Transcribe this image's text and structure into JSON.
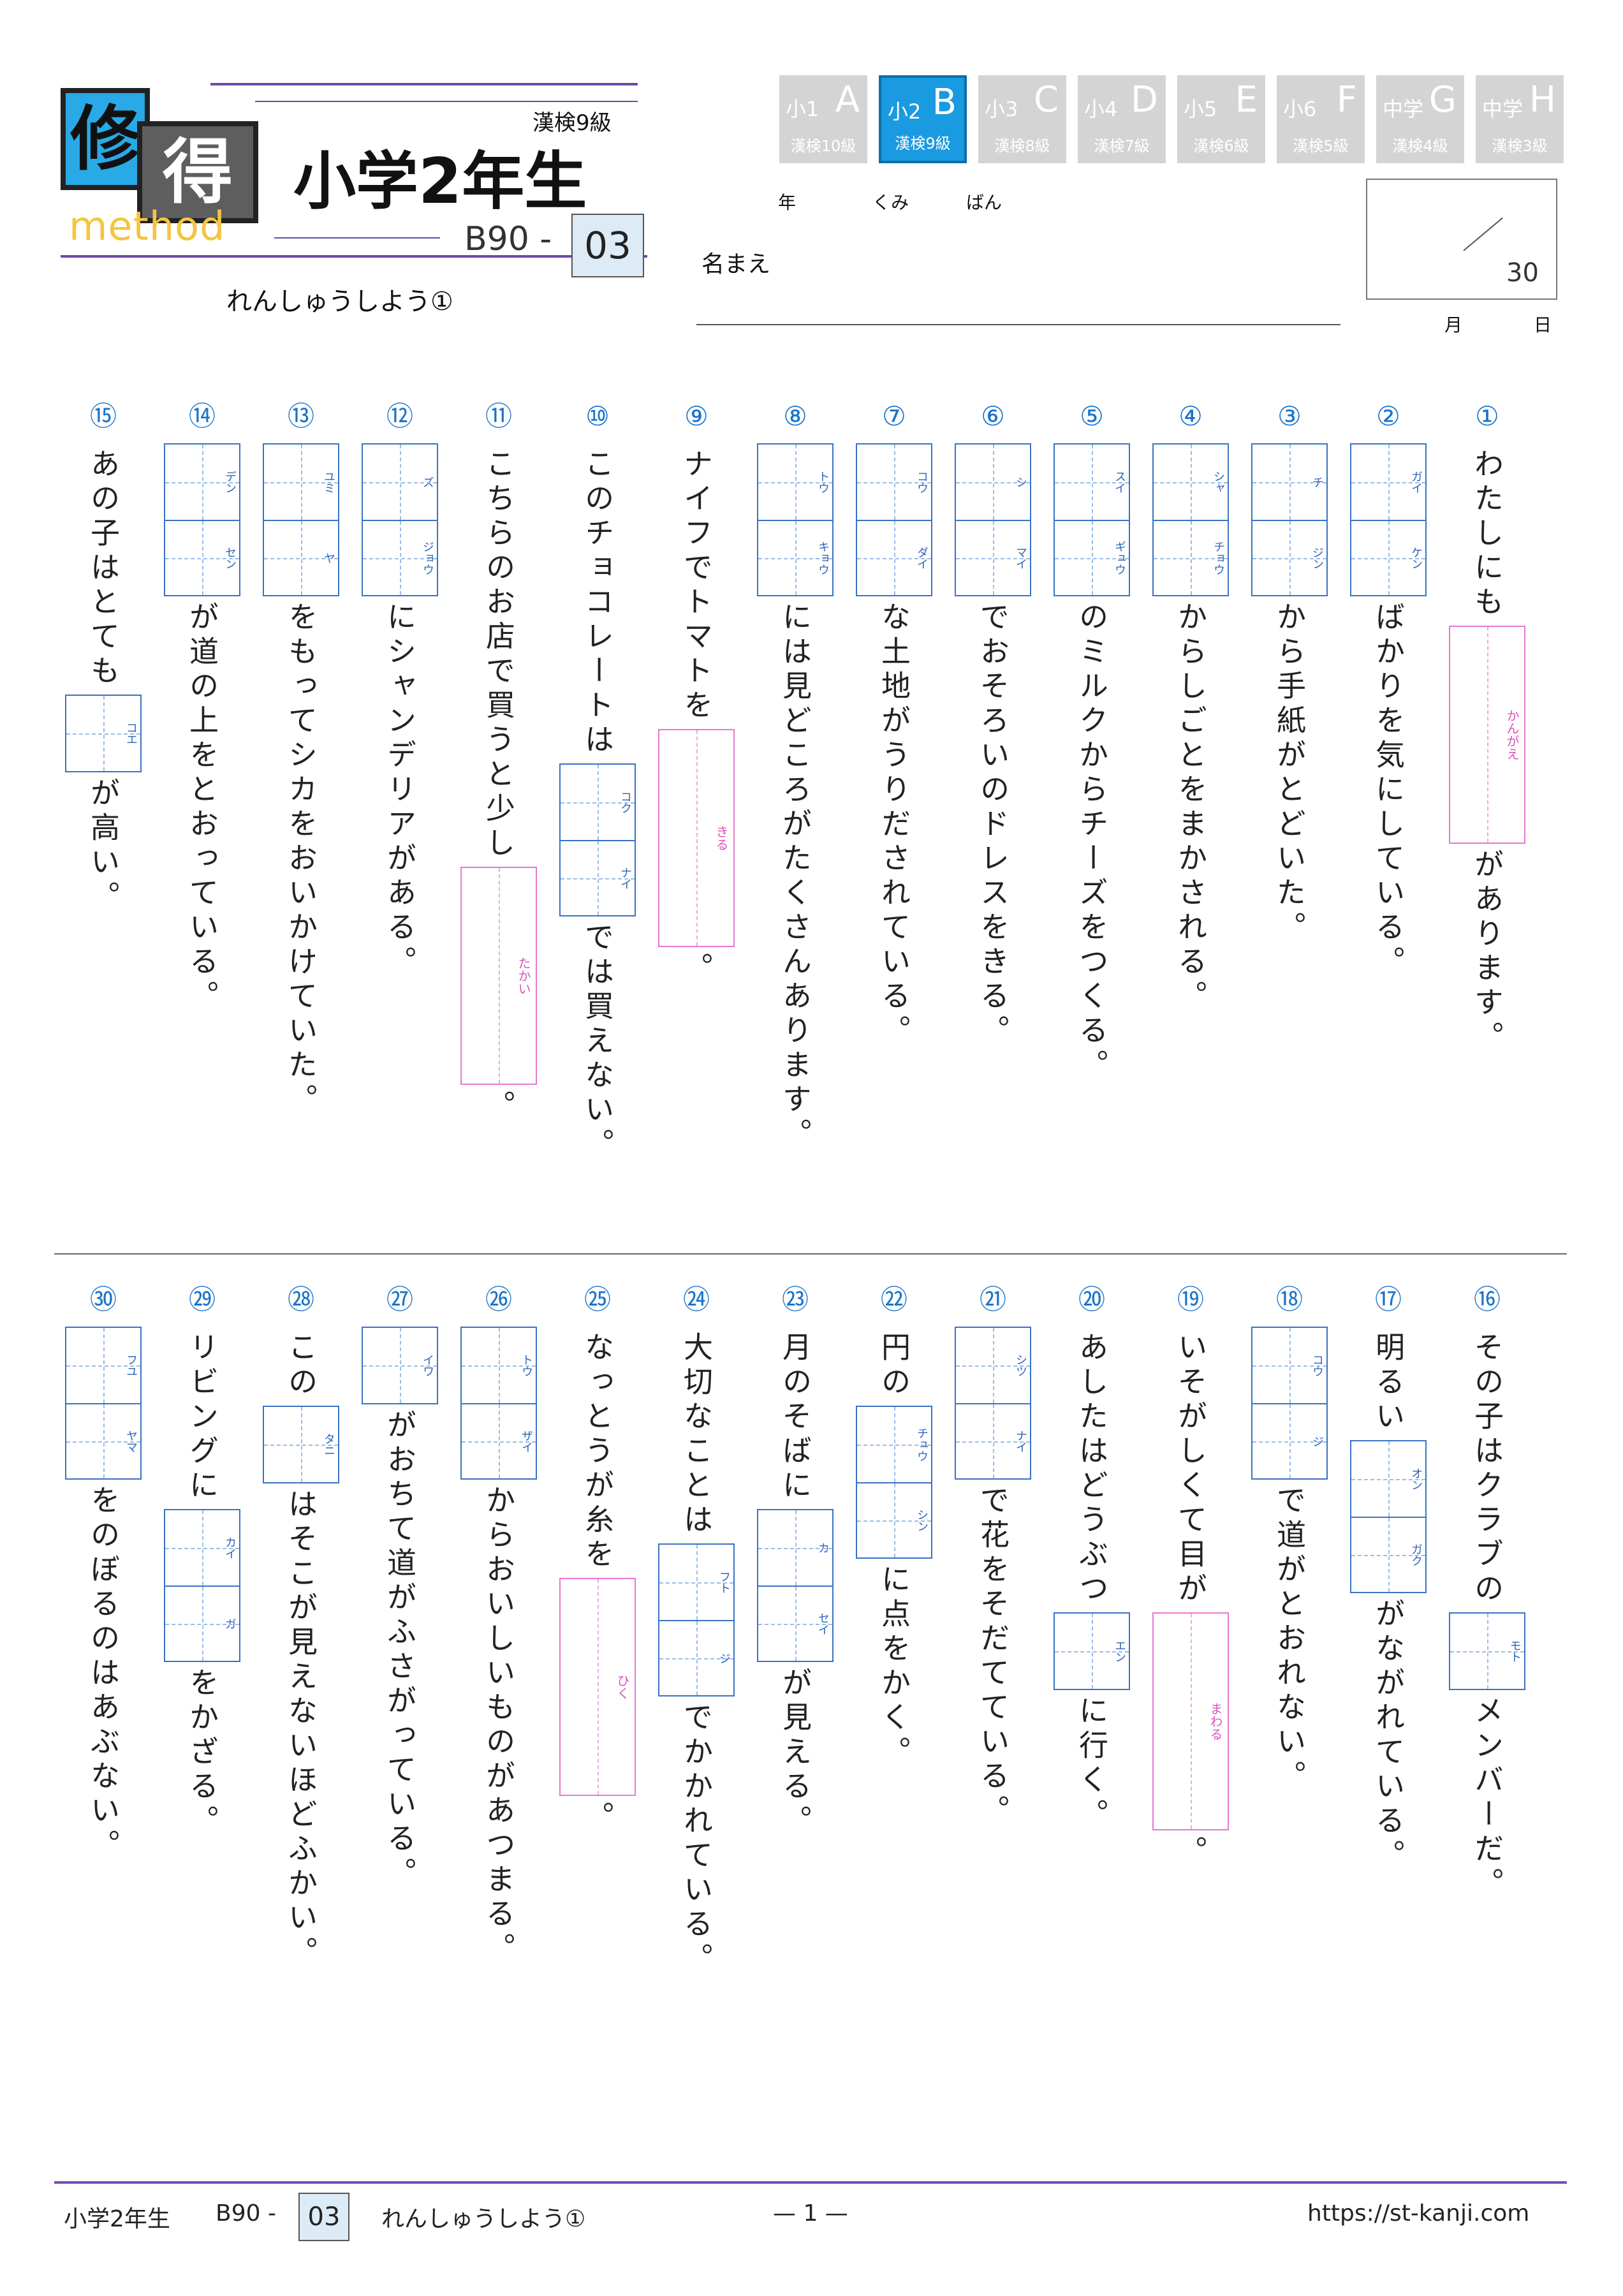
{
  "header": {
    "logo": {
      "kanji1": "修",
      "kanji2": "得",
      "word": "method"
    },
    "grade_title": "小学2年生",
    "kanken_label": "漢検9級",
    "code_prefix": "B90 -",
    "code_num": "03",
    "subtitle": "れんしゅうしよう①",
    "name_label": "名まえ",
    "year_label": "年",
    "class_label": "くみ",
    "number_label": "ばん",
    "month_label": "月",
    "day_label": "日",
    "score_total": "30"
  },
  "grade_tabs": [
    {
      "grade": "小1",
      "letter": "A",
      "kanken": "漢検10級",
      "active": false
    },
    {
      "grade": "小2",
      "letter": "B",
      "kanken": "漢検9級",
      "active": true
    },
    {
      "grade": "小3",
      "letter": "C",
      "kanken": "漢検8級",
      "active": false
    },
    {
      "grade": "小4",
      "letter": "D",
      "kanken": "漢検7級",
      "active": false
    },
    {
      "grade": "小5",
      "letter": "E",
      "kanken": "漢検6級",
      "active": false
    },
    {
      "grade": "小6",
      "letter": "F",
      "kanken": "漢検5級",
      "active": false
    },
    {
      "grade": "中学",
      "letter": "G",
      "kanken": "漢検4級",
      "active": false
    },
    {
      "grade": "中学",
      "letter": "H",
      "kanken": "漢検3級",
      "active": false
    }
  ],
  "questions": [
    {
      "num": "①",
      "segs": [
        {
          "t": "わたしにも"
        },
        {
          "p": "かんがえ"
        },
        {
          "t": "があります。"
        }
      ]
    },
    {
      "num": "②",
      "segs": [
        {
          "b": [
            "ガイ",
            "ケン"
          ]
        },
        {
          "t": "ばかりを気にしている。"
        }
      ]
    },
    {
      "num": "③",
      "segs": [
        {
          "b": [
            "チ",
            "ジン"
          ]
        },
        {
          "t": "から手紙がとどいた。"
        }
      ]
    },
    {
      "num": "④",
      "segs": [
        {
          "b": [
            "シャ",
            "チョウ"
          ]
        },
        {
          "t": "からしごとをまかされる。"
        }
      ]
    },
    {
      "num": "⑤",
      "segs": [
        {
          "b": [
            "スイ",
            "ギュウ"
          ]
        },
        {
          "t": "のミルクからチーズをつくる。"
        }
      ]
    },
    {
      "num": "⑥",
      "segs": [
        {
          "b": [
            "シ",
            "マイ"
          ]
        },
        {
          "t": "でおそろいのドレスをきる。"
        }
      ]
    },
    {
      "num": "⑦",
      "segs": [
        {
          "b": [
            "コウ",
            "ダイ"
          ]
        },
        {
          "t": "な土地がうりだされている。"
        }
      ]
    },
    {
      "num": "⑧",
      "segs": [
        {
          "b": [
            "トウ",
            "キョウ"
          ]
        },
        {
          "t": "には見どころがたくさんあります。"
        }
      ]
    },
    {
      "num": "⑨",
      "segs": [
        {
          "t": "ナイフでトマトを"
        },
        {
          "p": "きる"
        },
        {
          "t": "。"
        }
      ]
    },
    {
      "num": "⑩",
      "segs": [
        {
          "t": "このチョコレートは"
        },
        {
          "b": [
            "コク",
            "ナイ"
          ]
        },
        {
          "t": "では買えない。"
        }
      ]
    },
    {
      "num": "⑪",
      "segs": [
        {
          "t": "こちらのお店で買うと少し"
        },
        {
          "p": "たかい"
        },
        {
          "t": "。"
        }
      ]
    },
    {
      "num": "⑫",
      "segs": [
        {
          "b": [
            "ズ",
            "ジョウ"
          ]
        },
        {
          "t": "にシャンデリアがある。"
        }
      ]
    },
    {
      "num": "⑬",
      "segs": [
        {
          "b": [
            "ユミ",
            "ヤ"
          ]
        },
        {
          "t": "をもってシカをおいかけていた。"
        }
      ]
    },
    {
      "num": "⑭",
      "segs": [
        {
          "b": [
            "デン",
            "セン"
          ]
        },
        {
          "t": "が道の上をとおっている。"
        }
      ]
    },
    {
      "num": "⑮",
      "segs": [
        {
          "t": "あの子はとても"
        },
        {
          "b": [
            "コエ"
          ]
        },
        {
          "t": "が高い。"
        }
      ]
    },
    {
      "num": "⑯",
      "segs": [
        {
          "t": "その子はクラブの"
        },
        {
          "b": [
            "モト"
          ]
        },
        {
          "t": "メンバーだ。"
        }
      ]
    },
    {
      "num": "⑰",
      "segs": [
        {
          "t": "明るい"
        },
        {
          "b": [
            "オン",
            "ガク"
          ]
        },
        {
          "t": "がながれている。"
        }
      ]
    },
    {
      "num": "⑱",
      "segs": [
        {
          "b": [
            "コウ",
            "ジ"
          ]
        },
        {
          "t": "で道がとおれない。"
        }
      ]
    },
    {
      "num": "⑲",
      "segs": [
        {
          "t": "いそがしくて目が"
        },
        {
          "p": "まわる"
        },
        {
          "t": "。"
        }
      ]
    },
    {
      "num": "⑳",
      "segs": [
        {
          "t": "あしたはどうぶつ"
        },
        {
          "b": [
            "エン"
          ]
        },
        {
          "t": "に行く。"
        }
      ]
    },
    {
      "num": "㉑",
      "segs": [
        {
          "b": [
            "シツ",
            "ナイ"
          ]
        },
        {
          "t": "で花をそだてている。"
        }
      ]
    },
    {
      "num": "㉒",
      "segs": [
        {
          "t": "円の"
        },
        {
          "b": [
            "チュウ",
            "シン"
          ]
        },
        {
          "t": "に点をかく。"
        }
      ]
    },
    {
      "num": "㉓",
      "segs": [
        {
          "t": "月のそばに"
        },
        {
          "b": [
            "カ",
            "セイ"
          ]
        },
        {
          "t": "が見える。"
        }
      ]
    },
    {
      "num": "㉔",
      "segs": [
        {
          "t": "大切なことは"
        },
        {
          "b": [
            "フト",
            "ジ"
          ]
        },
        {
          "t": "でかかれている。"
        }
      ]
    },
    {
      "num": "㉕",
      "segs": [
        {
          "t": "なっとうが糸を"
        },
        {
          "p": "ひく"
        },
        {
          "t": "。"
        }
      ]
    },
    {
      "num": "㉖",
      "segs": [
        {
          "b": [
            "トウ",
            "ザイ"
          ]
        },
        {
          "t": "からおいしいものがあつまる。"
        }
      ]
    },
    {
      "num": "㉗",
      "segs": [
        {
          "b": [
            "イワ"
          ]
        },
        {
          "t": "がおちて道がふさがっている。"
        }
      ]
    },
    {
      "num": "㉘",
      "segs": [
        {
          "t": "この"
        },
        {
          "b": [
            "タニ"
          ]
        },
        {
          "t": "はそこが見えないほどふかい。"
        }
      ]
    },
    {
      "num": "㉙",
      "segs": [
        {
          "t": "リビングに"
        },
        {
          "b": [
            "カイ",
            "ガ"
          ]
        },
        {
          "t": "をかざる。"
        }
      ]
    },
    {
      "num": "㉚",
      "segs": [
        {
          "b": [
            "フユ",
            "ヤマ"
          ]
        },
        {
          "t": "をのぼるのはあぶない。"
        }
      ]
    }
  ],
  "footer": {
    "grade": "小学2年生",
    "code_prefix": "B90 -",
    "code_num": "03",
    "subtitle": "れんしゅうしよう①",
    "page": "— 1 —",
    "url": "https://st-kanji.com"
  }
}
